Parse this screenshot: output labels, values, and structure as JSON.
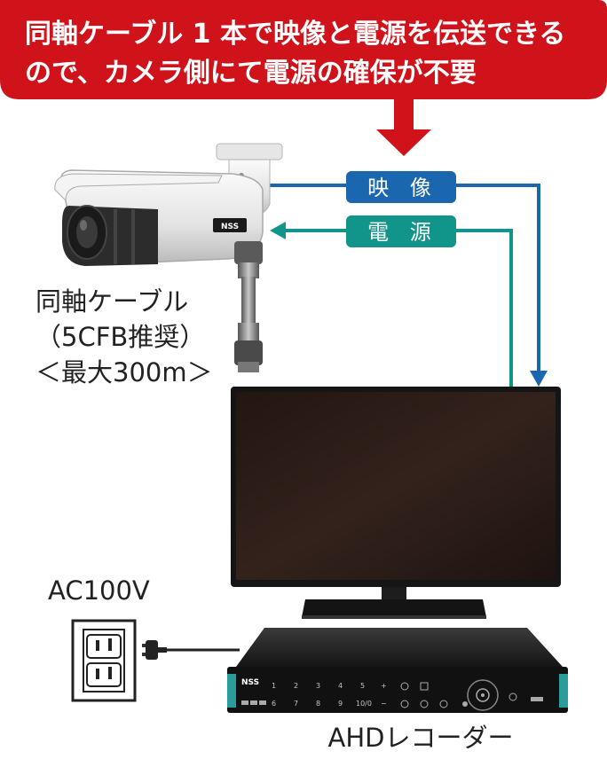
{
  "banner": {
    "line1": "同軸ケーブル 1 本で映像と電源を伝送できる",
    "line2": "ので、カメラ側にて電源の確保が不要",
    "color": "#d0121b"
  },
  "video_label": "映 像",
  "power_label": "電 源",
  "cable_label": {
    "line1": "同軸ケーブル",
    "line2": "（5CFB推奨）",
    "line3": "＜最大300m＞"
  },
  "ac_label": "AC100V",
  "recorder_label": "AHDレコーダー",
  "camera_logo": "NSS",
  "recorder_logo": "NSS",
  "recorder_keys": [
    "1",
    "2",
    "3",
    "4",
    "5",
    "+",
    "6",
    "7",
    "8",
    "9",
    "10/0",
    "−"
  ],
  "colors": {
    "video": "#1a67b0",
    "power": "#11958a",
    "recorder_accent": "#2a9d9a"
  }
}
